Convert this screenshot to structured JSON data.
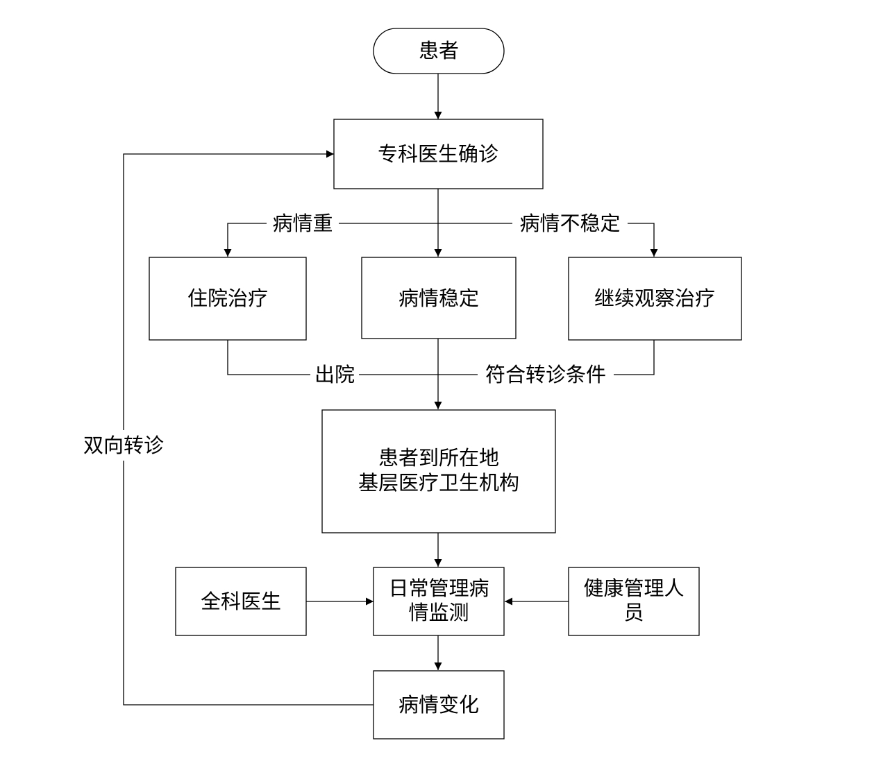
{
  "nodes": {
    "patient": {
      "label": "患者"
    },
    "specialist_diagnosis": {
      "label": "专科医生确诊"
    },
    "hospitalization": {
      "label": "住院治疗"
    },
    "stable_condition": {
      "label": "病情稳定"
    },
    "continue_observation": {
      "label": "继续观察治疗"
    },
    "primary_care": {
      "lines": [
        "患者到所在地",
        "基层医疗卫生机构"
      ]
    },
    "daily_management": {
      "lines": [
        "日常管理病",
        "情监测"
      ]
    },
    "general_practitioner": {
      "label": "全科医生"
    },
    "health_manager": {
      "lines": [
        "健康管理人",
        "员"
      ]
    },
    "condition_change": {
      "label": "病情变化"
    }
  },
  "edge_labels": {
    "severe": "病情重",
    "unstable": "病情不稳定",
    "discharge": "出院",
    "referral_criteria": "符合转诊条件",
    "two_way_referral": "双向转诊"
  }
}
